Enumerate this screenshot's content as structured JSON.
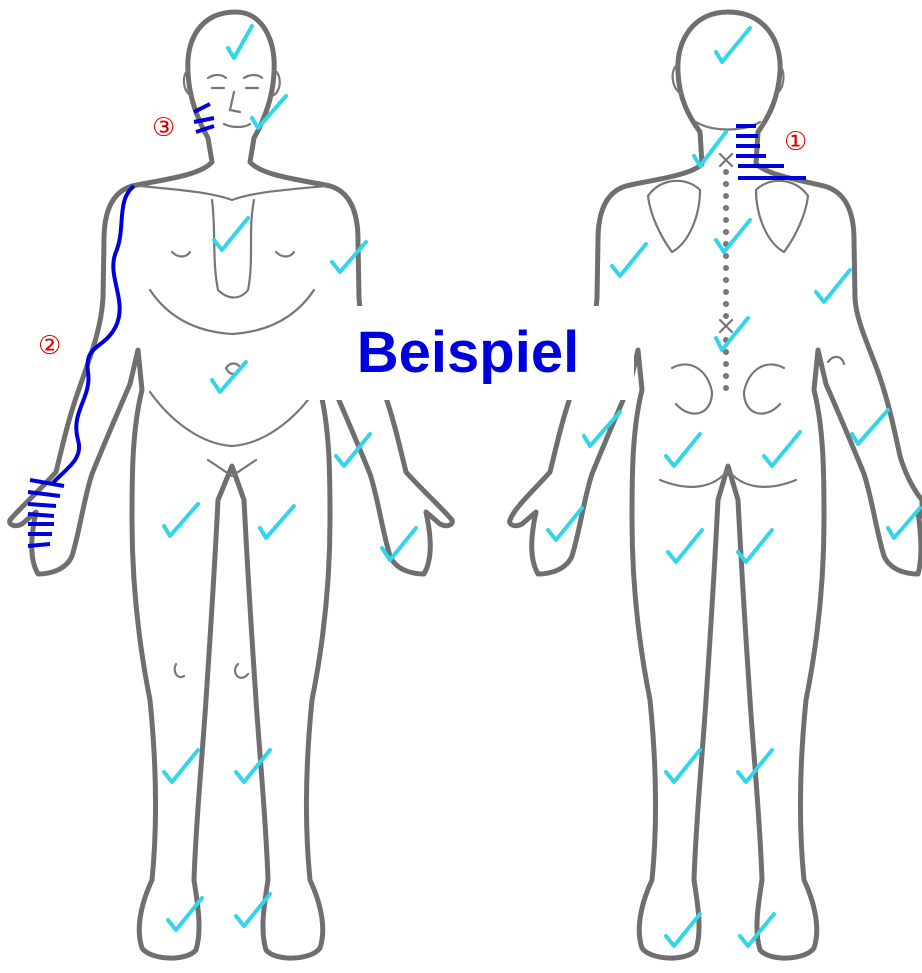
{
  "watermark": "Beispiel",
  "markers": {
    "m1": "①",
    "m2": "②",
    "m3": "③"
  },
  "colors": {
    "outline": "#6f6f6f",
    "check": "#33d6e8",
    "pain_marking": "#0000dd",
    "marker_numbers": "#e00000"
  },
  "icons": [
    "check-icon",
    "hatch-marking",
    "wavy-line-marking"
  ]
}
